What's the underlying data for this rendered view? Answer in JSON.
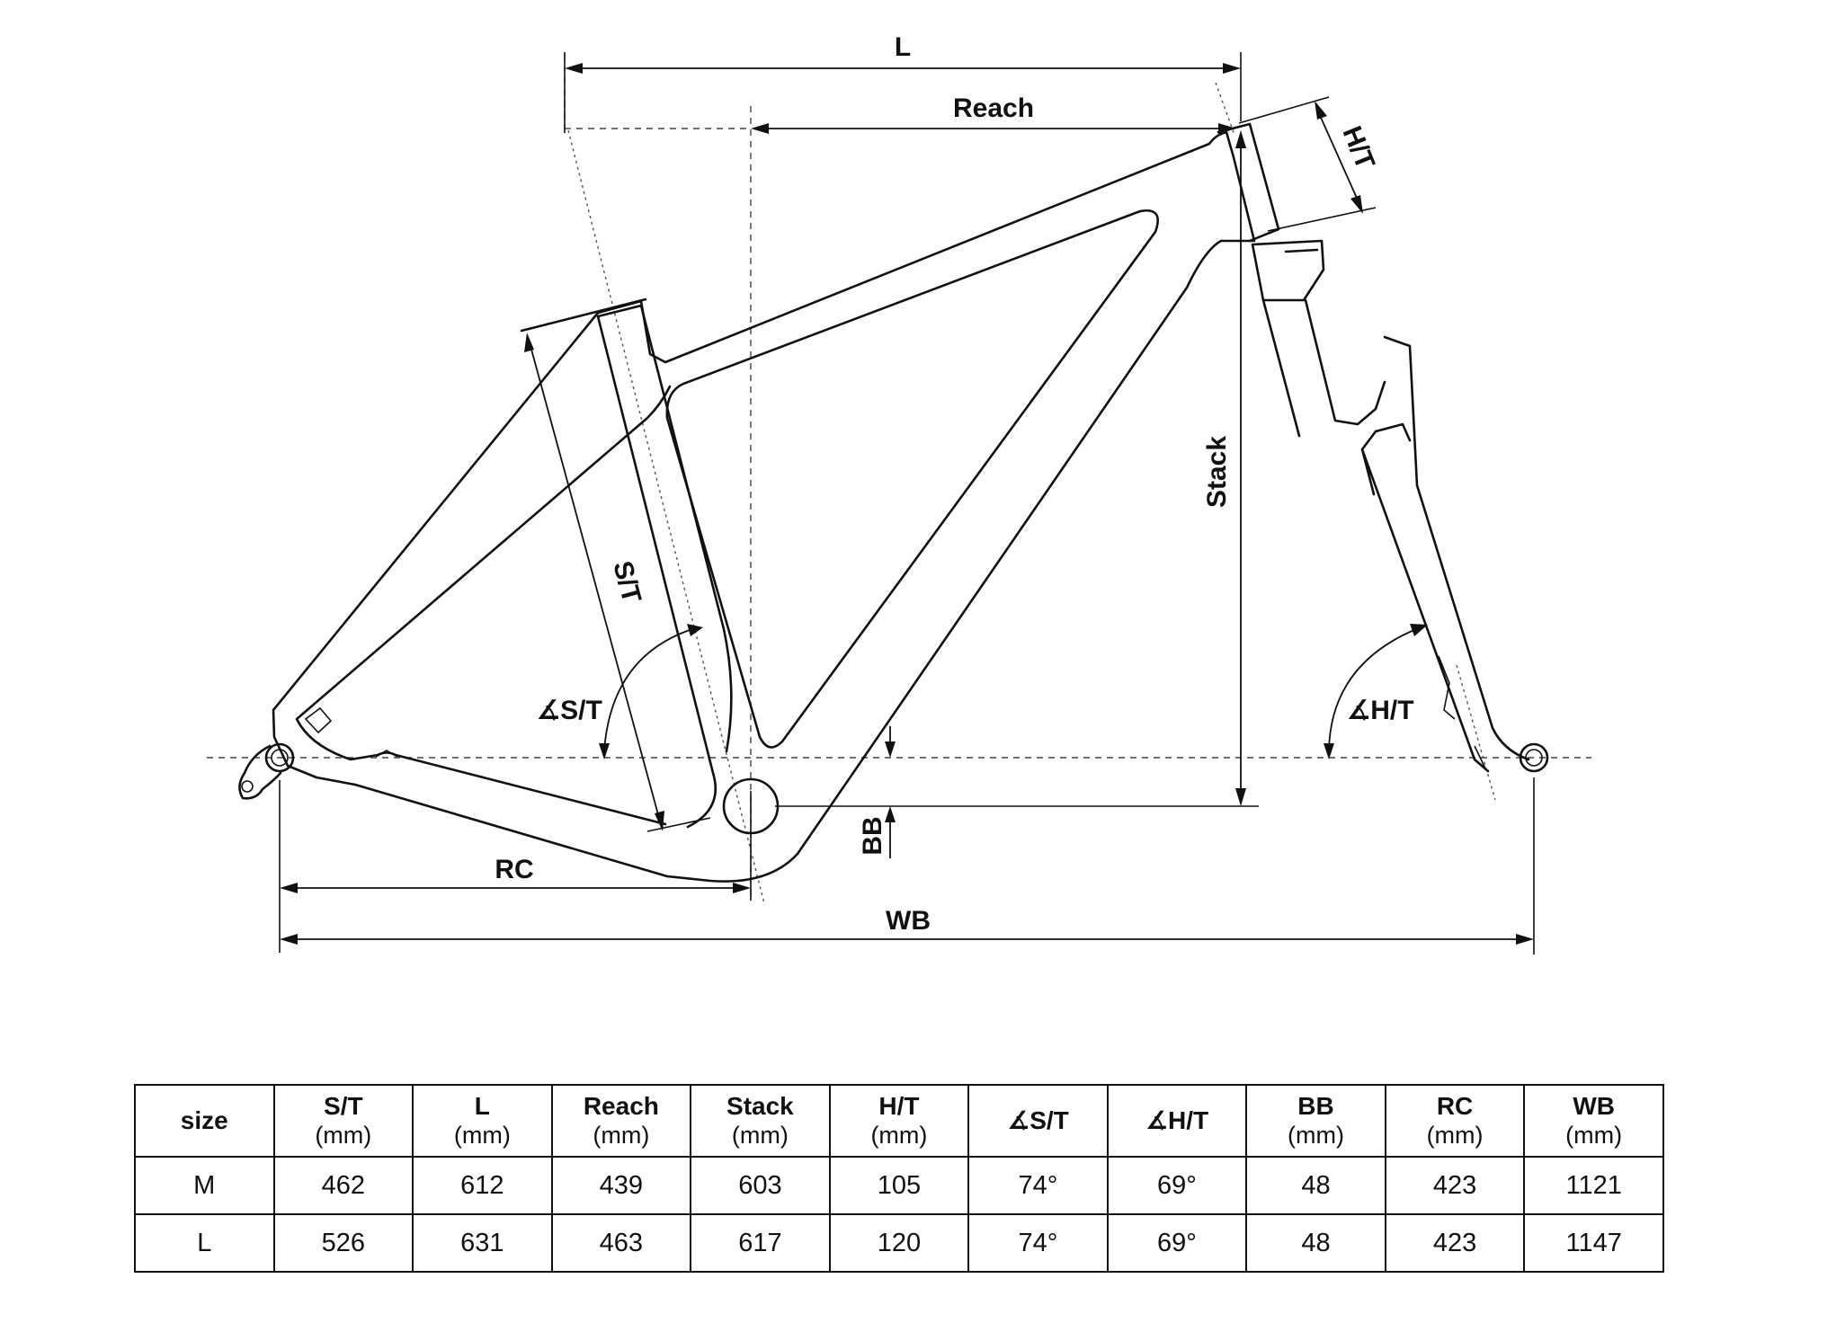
{
  "diagram": {
    "labels": {
      "L": "L",
      "reach": "Reach",
      "head_tube": "H/T",
      "stack": "Stack",
      "seat_tube": "S/T",
      "seat_angle": "∡S/T",
      "head_angle": "∡H/T",
      "bb": "BB",
      "rc": "RC",
      "wb": "WB"
    }
  },
  "table": {
    "headers": [
      {
        "label": "size",
        "unit": ""
      },
      {
        "label": "S/T",
        "unit": "(mm)"
      },
      {
        "label": "L",
        "unit": "(mm)"
      },
      {
        "label": "Reach",
        "unit": "(mm)"
      },
      {
        "label": "Stack",
        "unit": "(mm)"
      },
      {
        "label": "H/T",
        "unit": "(mm)"
      },
      {
        "label": "∡S/T",
        "unit": ""
      },
      {
        "label": "∡H/T",
        "unit": ""
      },
      {
        "label": "BB",
        "unit": "(mm)"
      },
      {
        "label": "RC",
        "unit": "(mm)"
      },
      {
        "label": "WB",
        "unit": "(mm)"
      }
    ],
    "rows": [
      [
        "M",
        "462",
        "612",
        "439",
        "603",
        "105",
        "74°",
        "69°",
        "48",
        "423",
        "1121"
      ],
      [
        "L",
        "526",
        "631",
        "463",
        "617",
        "120",
        "74°",
        "69°",
        "48",
        "423",
        "1147"
      ]
    ]
  }
}
